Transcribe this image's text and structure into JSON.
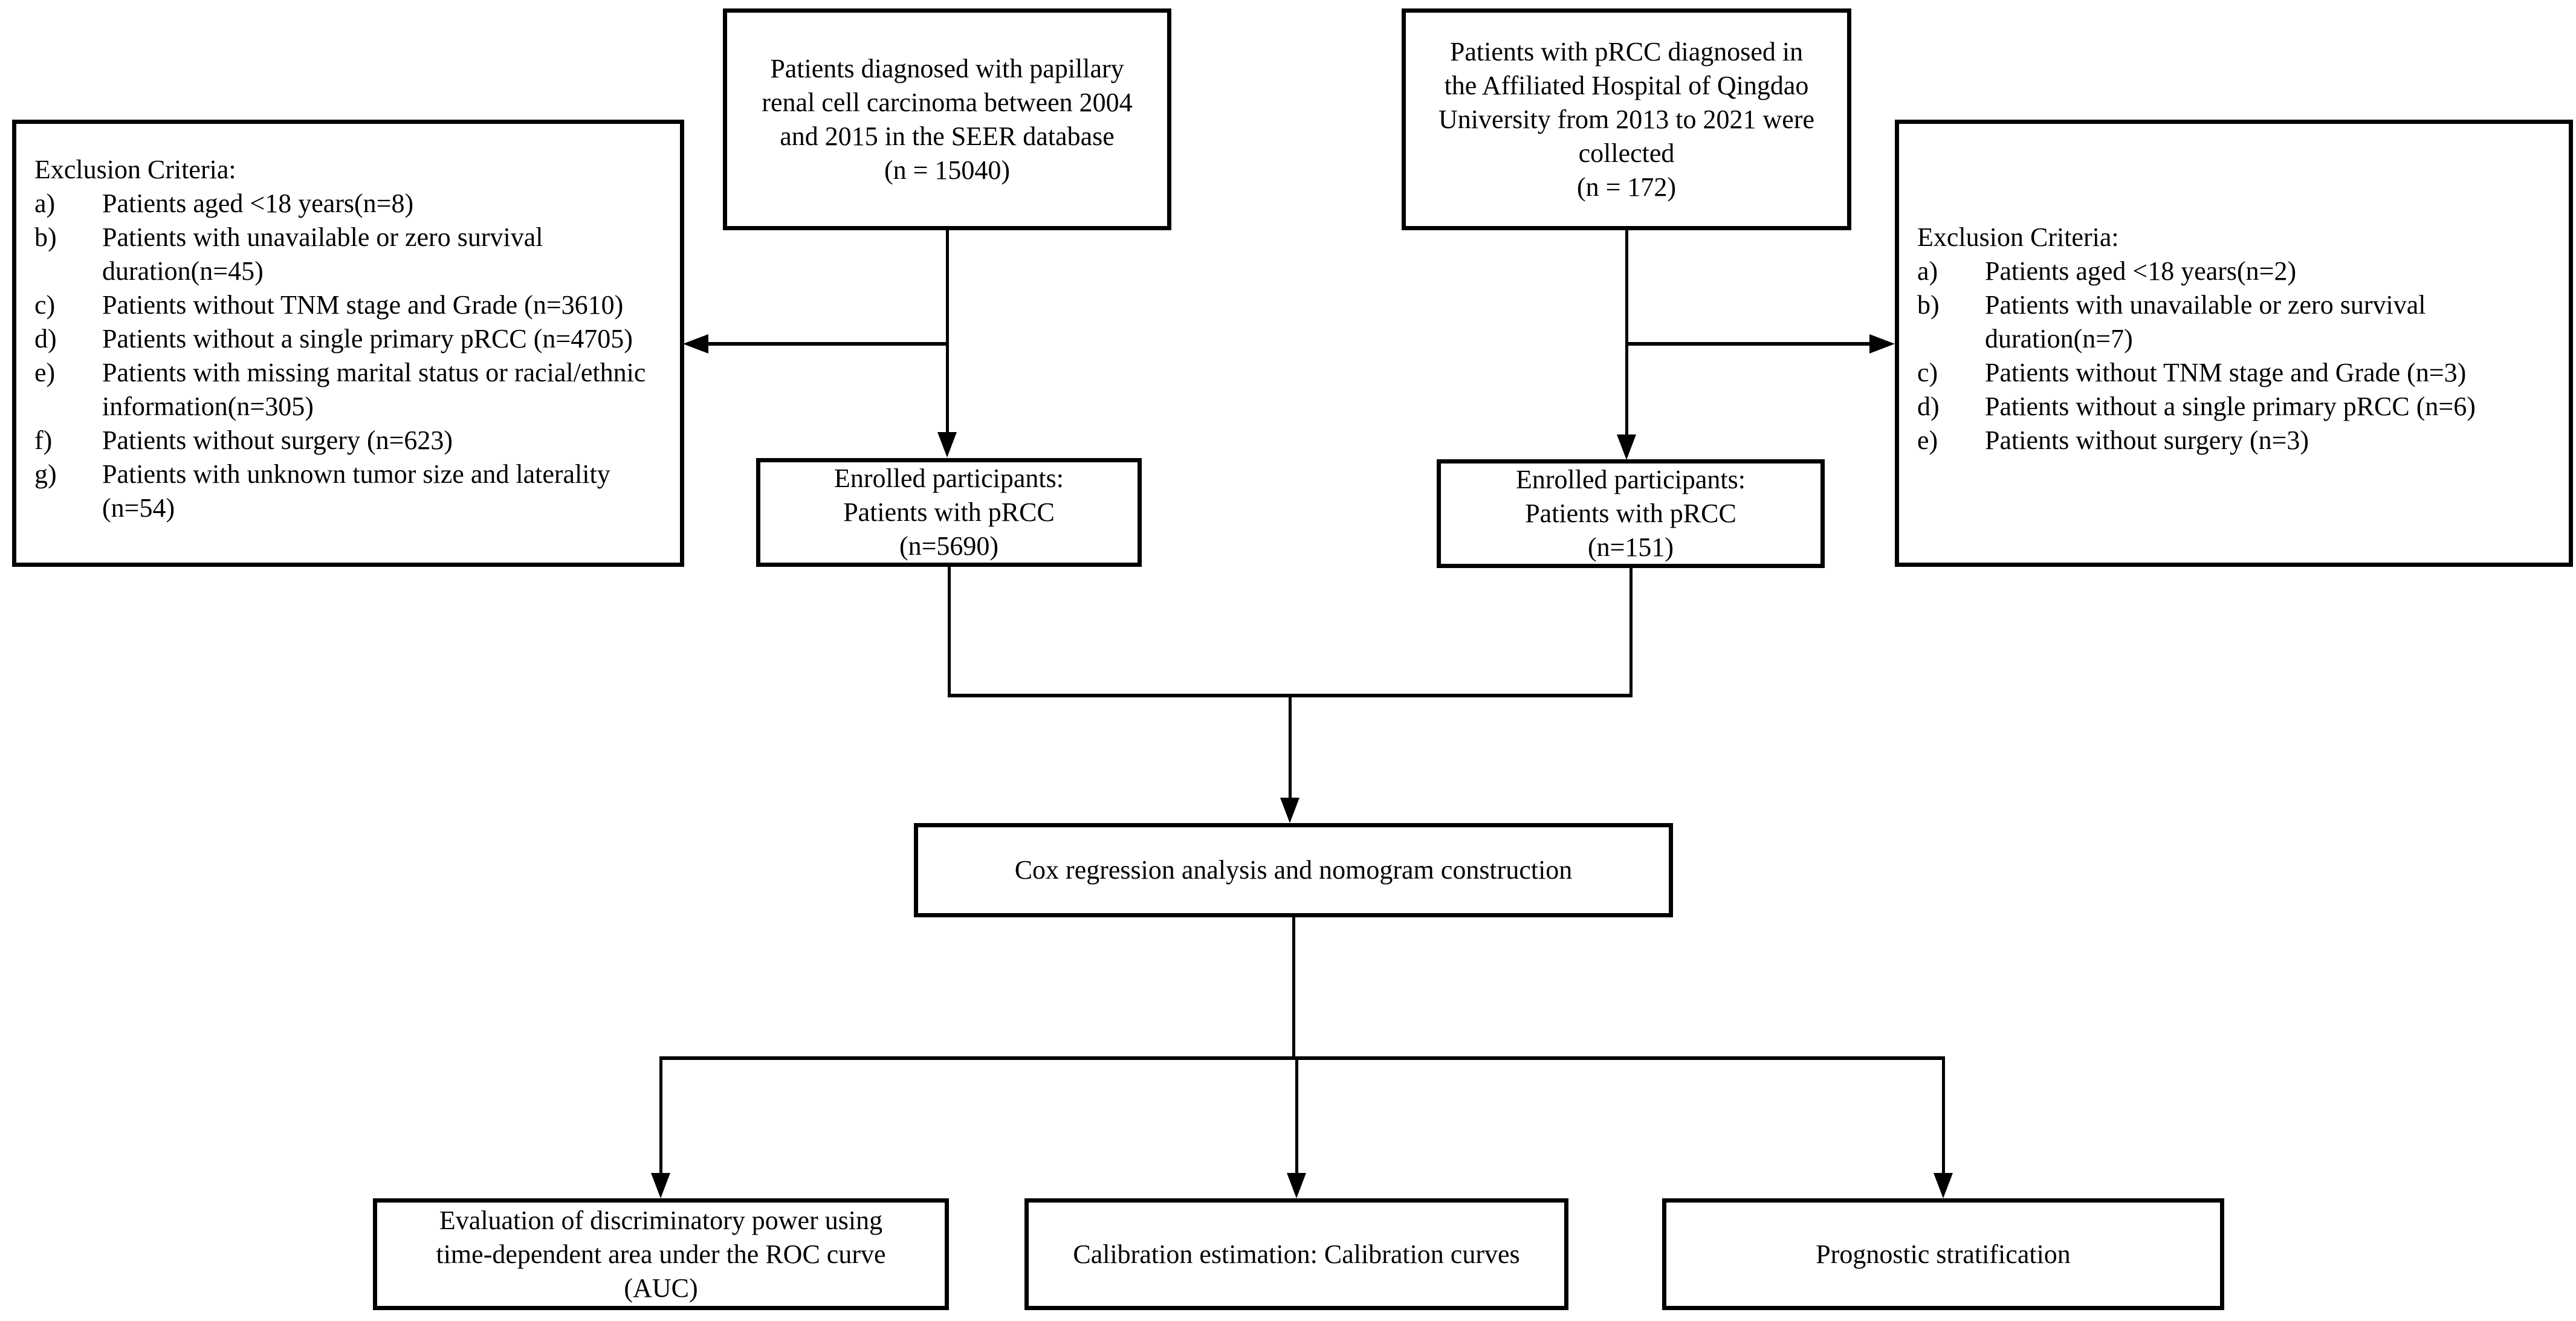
{
  "colors": {
    "ink": "#000000",
    "paper": "#ffffff"
  },
  "seer_cohort_box": {
    "text": "Patients diagnosed with papillary\nrenal cell carcinoma between 2004\nand 2015 in the SEER database\n(n = 15040)"
  },
  "hospital_cohort_box": {
    "text": "Patients with pRCC diagnosed in\nthe Affiliated Hospital of Qingdao\nUniversity from 2013 to 2021 were\ncollected\n(n = 172)"
  },
  "seer_exclusion_box": {
    "title": "Exclusion Criteria:",
    "items": [
      {
        "label": "a)",
        "text": "Patients aged <18 years(n=8)"
      },
      {
        "label": "b)",
        "text": "Patients with unavailable or zero survival\nduration(n=45)"
      },
      {
        "label": "c)",
        "text": "Patients without TNM stage and Grade (n=3610)"
      },
      {
        "label": "d)",
        "text": "Patients without a single primary pRCC (n=4705)"
      },
      {
        "label": "e)",
        "text": "Patients with missing marital status or racial/ethnic\ninformation(n=305)"
      },
      {
        "label": "f)",
        "text": "Patients without surgery (n=623)"
      },
      {
        "label": "g)",
        "text": "Patients with unknown tumor size and laterality\n(n=54)"
      }
    ]
  },
  "hospital_exclusion_box": {
    "title": "Exclusion Criteria:",
    "items": [
      {
        "label": "a)",
        "text": "Patients aged <18 years(n=2)"
      },
      {
        "label": "b)",
        "text": "Patients with unavailable or zero survival\nduration(n=7)"
      },
      {
        "label": "c)",
        "text": "Patients without TNM stage and Grade (n=3)"
      },
      {
        "label": "d)",
        "text": "Patients without a single primary pRCC (n=6)"
      },
      {
        "label": "e)",
        "text": "Patients without surgery (n=3)"
      }
    ]
  },
  "seer_enrolled_box": {
    "text": "Enrolled participants:\nPatients with pRCC\n(n=5690)"
  },
  "hospital_enrolled_box": {
    "text": "Enrolled participants:\nPatients with pRCC\n(n=151)"
  },
  "cox_box": {
    "text": "Cox regression analysis and nomogram construction"
  },
  "outcome_boxes": {
    "auc": {
      "text": "Evaluation of discriminatory power using\ntime-dependent area under the ROC curve\n(AUC)"
    },
    "calibration": {
      "text": "Calibration estimation: Calibration curves"
    },
    "stratification": {
      "text": "Prognostic stratification"
    }
  }
}
